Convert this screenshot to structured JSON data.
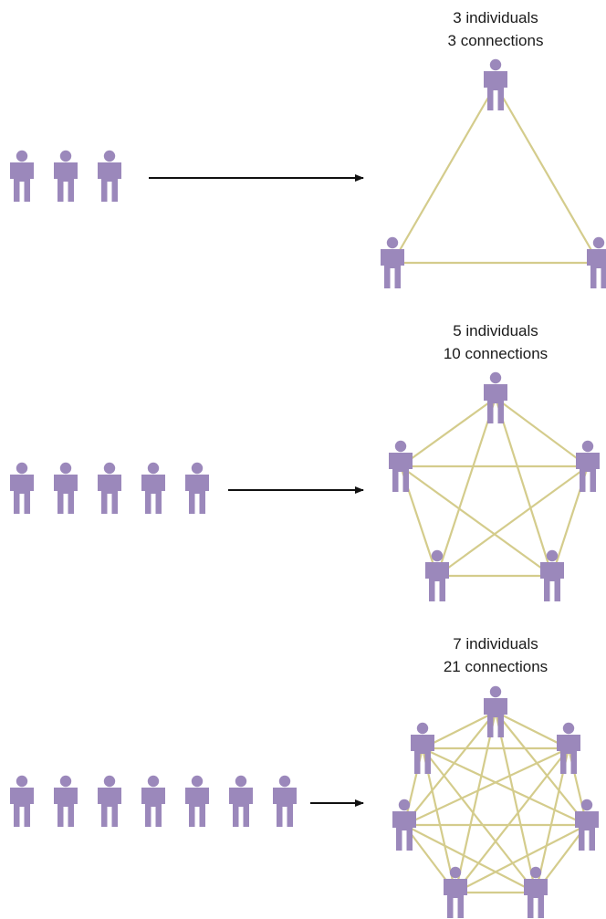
{
  "colors": {
    "person": "#9b88bb",
    "connection": "#d4cc8c",
    "arrow": "#111111"
  },
  "icons": {
    "person": "person-icon",
    "arrow": "arrow-right-icon"
  },
  "groups": [
    {
      "individuals": 3,
      "connections": 3,
      "line1": "3 individuals",
      "line2": "3 connections"
    },
    {
      "individuals": 5,
      "connections": 10,
      "line1": "5 individuals",
      "line2": "10 connections"
    },
    {
      "individuals": 7,
      "connections": 21,
      "line1": "7 individuals",
      "line2": "21 connections"
    }
  ]
}
